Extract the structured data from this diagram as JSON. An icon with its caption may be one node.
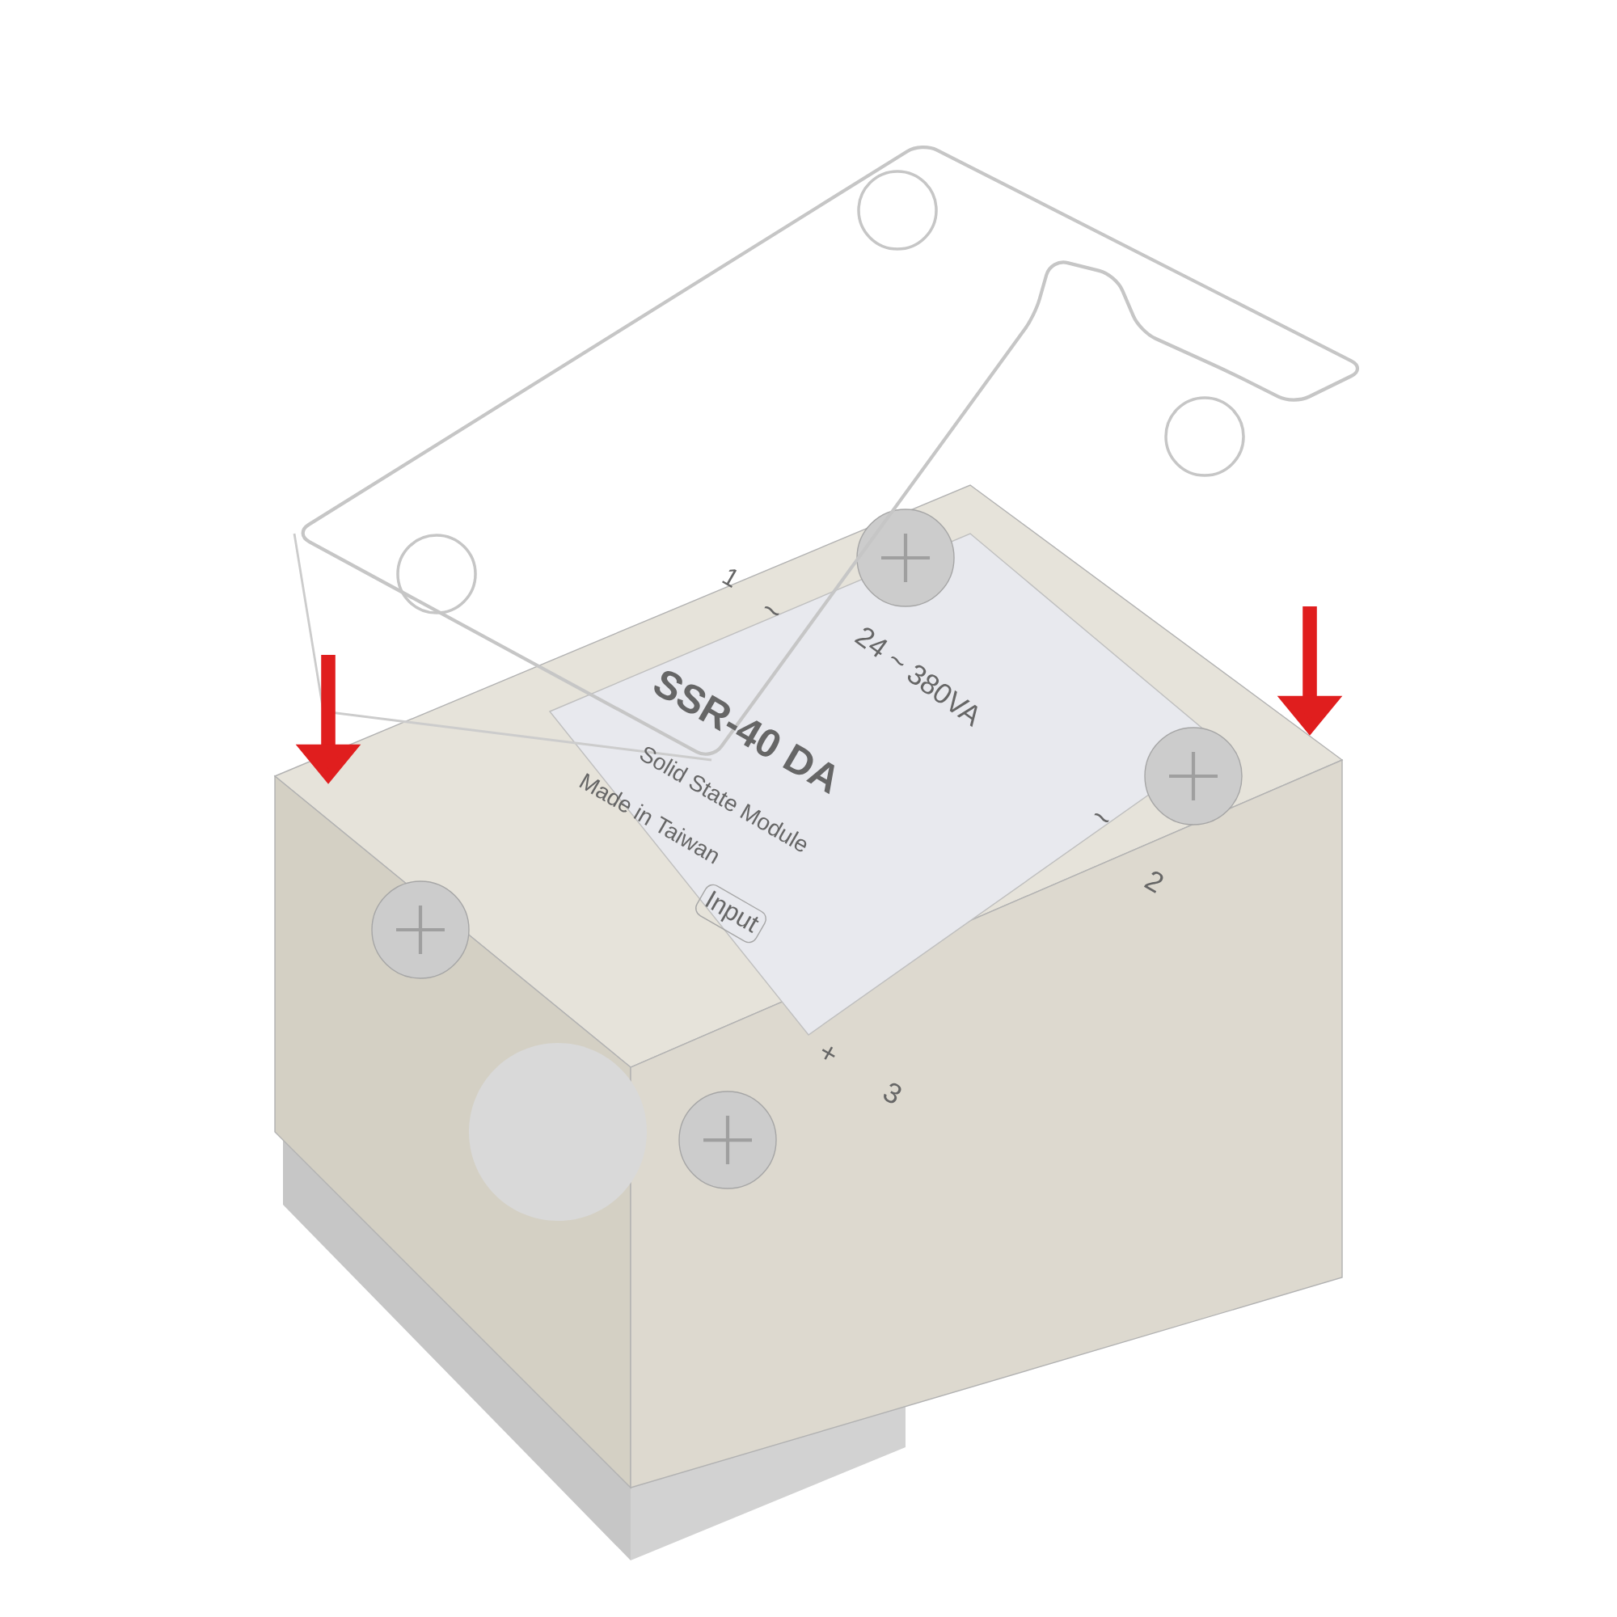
{
  "diagram": {
    "labels": [
      "1",
      "~",
      "24 ~ 380VA",
      "SSR-40 DA",
      "Solid State Module",
      "Made in Taiwan",
      "Input",
      "~",
      "2",
      "+",
      "3"
    ]
  }
}
